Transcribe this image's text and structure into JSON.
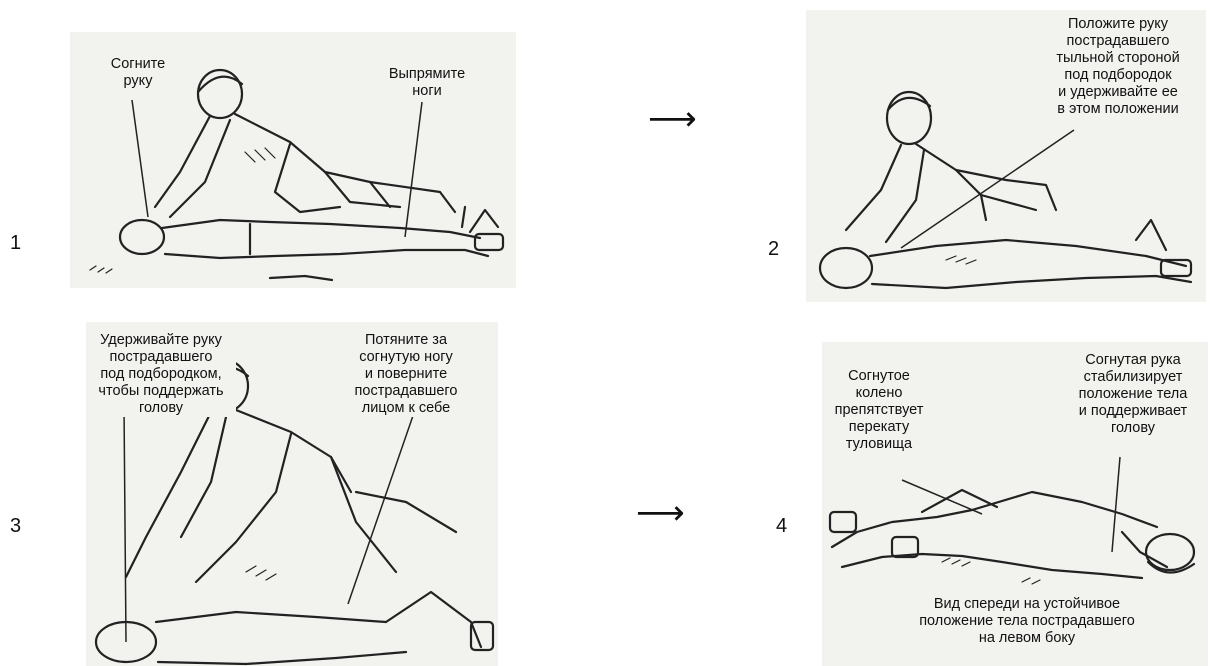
{
  "steps": [
    {
      "number": "1",
      "labels": [
        "Согните\nруку",
        "Выпрямите\nноги"
      ]
    },
    {
      "number": "2",
      "labels": [
        "Положите руку\nпострадавшего\nтыльной стороной\nпод подбородок\nи удерживайте ее\nв этом положении"
      ]
    },
    {
      "number": "3",
      "labels": [
        "Удерживайте руку\nпострадавшего\nпод подбородком,\nчтобы поддержать\nголову",
        "Потяните за\nсогнутую ногу\nи поверните\nпострадавшего\nлицом к себе"
      ]
    },
    {
      "number": "4",
      "labels": [
        "Согнутое\nколено\nпрепятствует\nперекату\nтуловища",
        "Согнутая рука\nстабилизирует\nположение тела\nи поддерживает\nголову",
        "Вид спереди на устойчивое\nположение тела пострадавшего\nна левом боку"
      ]
    }
  ],
  "arrow_glyph": "⟶"
}
